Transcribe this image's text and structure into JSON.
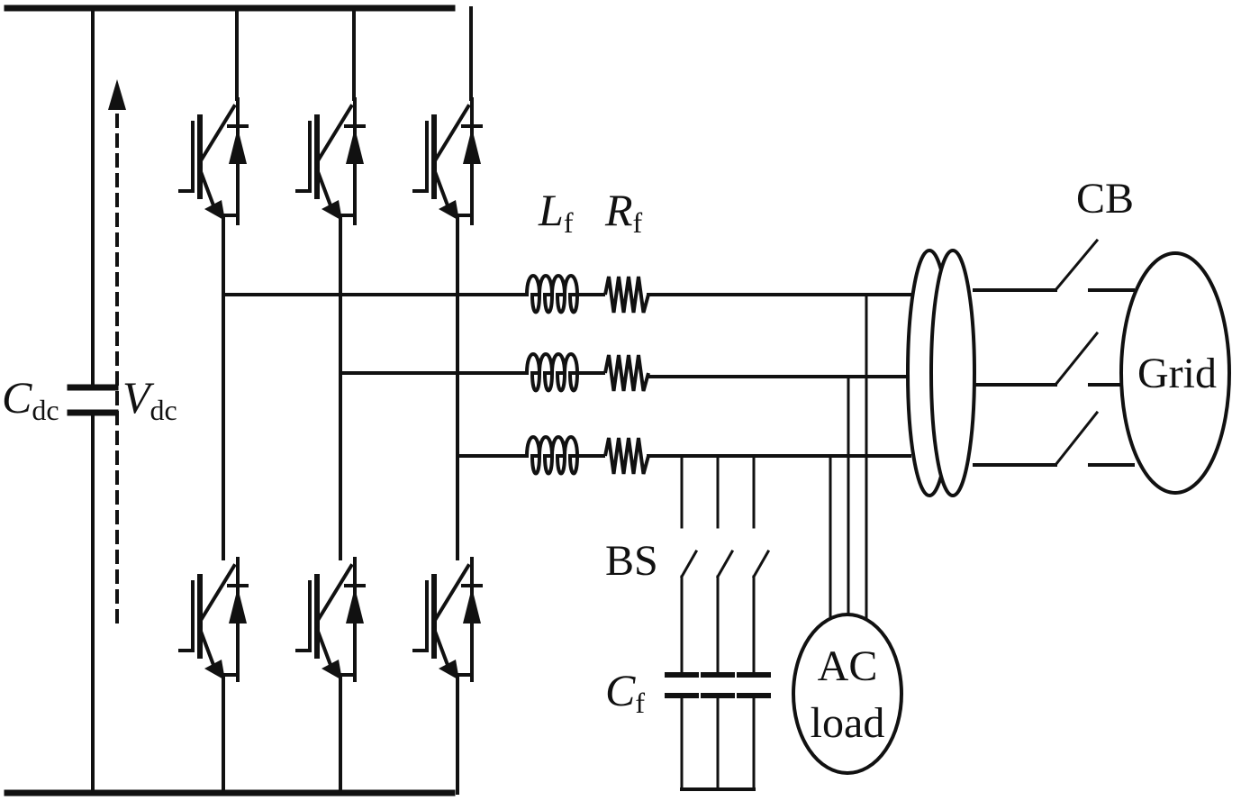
{
  "diagram": {
    "components": {
      "dc_capacitor": {
        "symbol": "C",
        "subscript": "dc"
      },
      "dc_voltage": {
        "symbol": "V",
        "subscript": "dc"
      },
      "filter_inductor": {
        "symbol": "L",
        "subscript": "f"
      },
      "filter_resistor": {
        "symbol": "R",
        "subscript": "f"
      },
      "filter_capacitor": {
        "symbol": "C",
        "subscript": "f"
      },
      "breaker_switch": {
        "label": "BS"
      },
      "circuit_breaker": {
        "label": "CB"
      },
      "grid": {
        "label": "Grid"
      },
      "ac_load": {
        "line1": "AC",
        "line2": "load"
      }
    },
    "colors": {
      "ink": "#111111",
      "background": "#ffffff"
    }
  }
}
